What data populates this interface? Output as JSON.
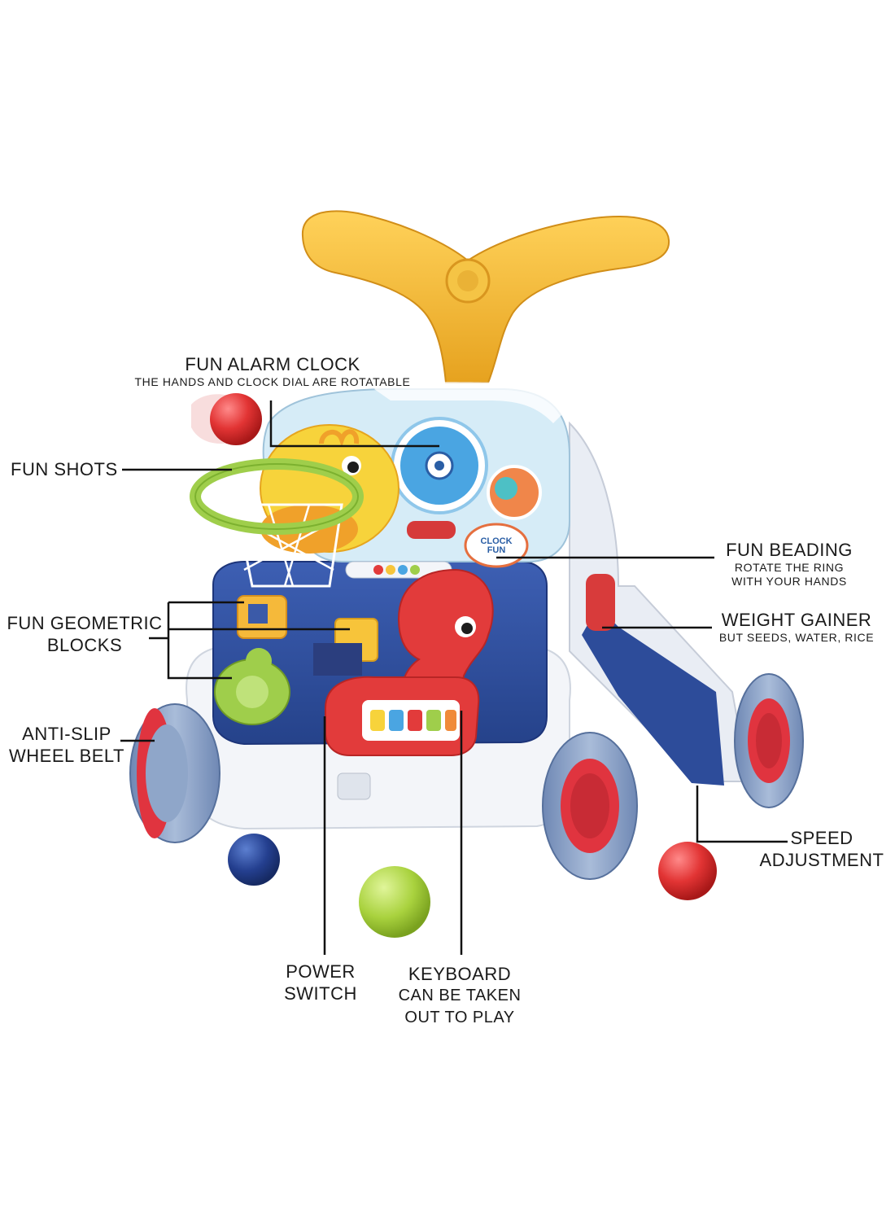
{
  "callouts": {
    "alarm_clock": {
      "title": "FUN ALARM CLOCK",
      "subtitle": "THE HANDS AND CLOCK DIAL ARE ROTATABLE"
    },
    "shots": {
      "title": "FUN SHOTS"
    },
    "beading": {
      "title": "FUN BEADING",
      "subtitle_line1": "ROTATE THE RING",
      "subtitle_line2": "WITH YOUR HANDS"
    },
    "geometric": {
      "title_line1": "FUN GEOMETRIC",
      "title_line2": "BLOCKS"
    },
    "weight": {
      "title": "WEIGHT GAINER",
      "subtitle": "BUT SEEDS, WATER, RICE"
    },
    "wheel": {
      "title_line1": "ANTI-SLIP",
      "title_line2": "WHEEL BELT"
    },
    "speed": {
      "title_line1": "SPEED",
      "title_line2": "ADJUSTMENT"
    },
    "power": {
      "title_line1": "POWER",
      "title_line2": "SWITCH"
    },
    "keyboard": {
      "title": "KEYBOARD",
      "subtitle_line1": "CAN BE TAKEN",
      "subtitle_line2": "OUT TO PLAY"
    }
  },
  "product_text": {
    "sticker": "CLOCK FUN"
  },
  "colors": {
    "handle": "#f2b631",
    "panel_blue": "#2f4f9e",
    "panel_light": "#dbeef8",
    "wheel_grey": "#8fa6c9",
    "wheel_red": "#e0343f",
    "hoop_green": "#9fce4b",
    "duck_yellow": "#f7d33b",
    "seahorse_red": "#e23b3b",
    "leader_line": "#111111"
  }
}
